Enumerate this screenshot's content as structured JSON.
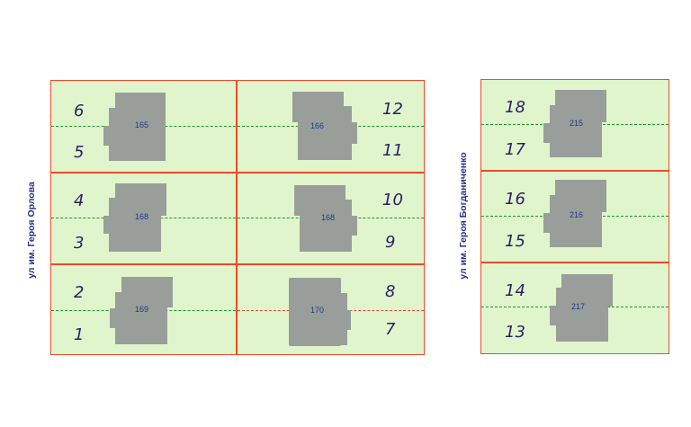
{
  "streets": {
    "left": "ул им. Героя Орлова",
    "right": "ул  им. Героя Богданиченко"
  },
  "houses": [
    "165",
    "166",
    "168",
    "168",
    "169",
    "170",
    "215",
    "216",
    "217"
  ],
  "plots": {
    "p6": "6",
    "p5": "5",
    "p12": "12",
    "p11": "11",
    "p4": "4",
    "p3": "3",
    "p10": "10",
    "p9": "9",
    "p2": "2",
    "p1": "1",
    "p8": "8",
    "p7": "7",
    "p18": "18",
    "p17": "17",
    "p16": "16",
    "p15": "15",
    "p14": "14",
    "p13": "13"
  },
  "colors": {
    "plot_fill": "#e0f5cc",
    "border": "#ef4a2a",
    "house": "#9a9e9a",
    "axis_dashed": "#1a9a2a",
    "axis_dashed_alt": "#d64a3a",
    "plot_number": "#2a1f66",
    "street_label": "#2a2a8a"
  }
}
